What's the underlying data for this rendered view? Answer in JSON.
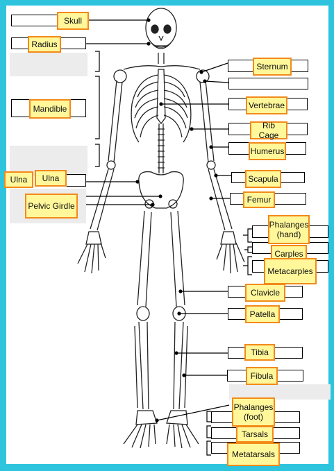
{
  "labels": {
    "skull": "Skull",
    "radius": "Radius",
    "mandible": "Mandible",
    "ulna_a": "Ulna",
    "ulna_b": "Ulna",
    "pelvic_girdle": "Pelvic Girdle",
    "sternum": "Sternum",
    "vertebrae": "Vertebrae",
    "rib_cage": "Rib Cage",
    "humerus": "Humerus",
    "scapula": "Scapula",
    "femur": "Femur",
    "phalanges_hand": "Phalanges\n(hand)",
    "carples": "Carples",
    "metacarples": "Metacarples",
    "clavicle": "Clavicle",
    "patella": "Patella",
    "tibia": "Tibia",
    "fibula": "Fibula",
    "phalanges_foot": "Phalanges\n(foot)",
    "tarsals": "Tarsals",
    "metatarsals": "Metatarsals"
  },
  "colors": {
    "frame": "#2ec4de",
    "label_fill": "#fff79a",
    "label_border": "#f28a1a"
  }
}
